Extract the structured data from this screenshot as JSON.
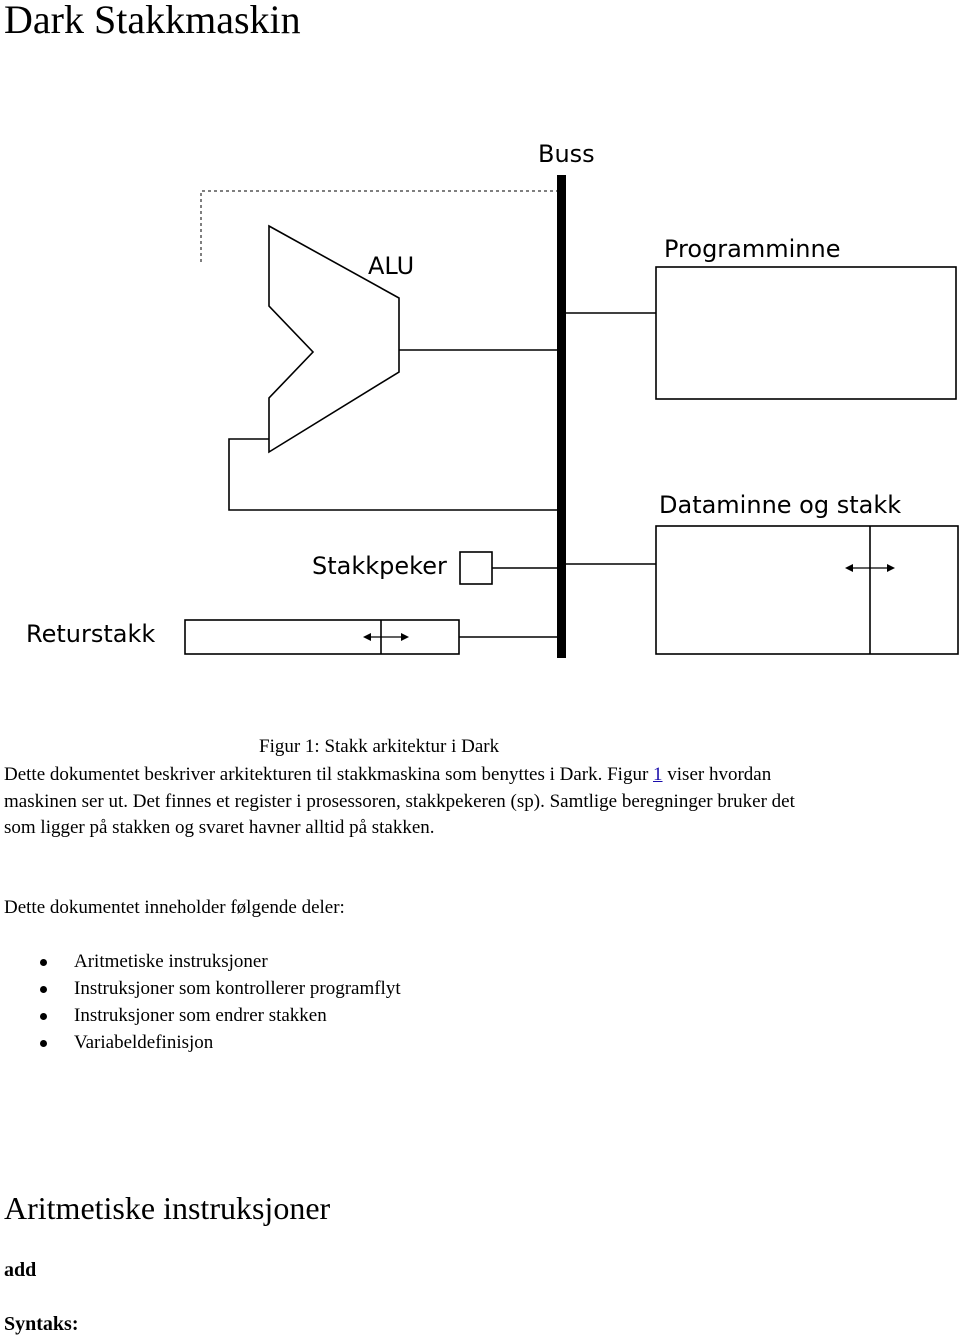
{
  "document": {
    "title": "Dark Stakkmaskin",
    "figure": {
      "labels": {
        "bus": "Buss",
        "alu": "ALU",
        "program_memory": "Programminne",
        "data_memory": "Dataminne og stakk",
        "stack_pointer": "Stakkpeker",
        "return_stack": "Returstakk"
      },
      "caption": "Figur 1: Stakk arkitektur i Dark"
    },
    "paragraph": {
      "part1": "Dette dokumentet beskriver arkitekturen til stakkmaskina som benyttes i Dark. Figur ",
      "link": "1",
      "part2": " viser hvordan maskinen ser ut. Det finnes et register i prosessoren, stakkpekeren (sp). Samtlige beregninger bruker det som ligger på stakken og svaret havner alltid på stakken."
    },
    "intro": "Dette dokumentet inneholder følgende deler:",
    "parts": [
      "Aritmetiske instruksjoner",
      "Instruksjoner som kontrollerer programflyt",
      "Instruksjoner som endrer stakken",
      "Variabeldefinisjon"
    ],
    "section": {
      "heading": "Aritmetiske instruksjoner",
      "instruction": "add",
      "syntax_label": "Syntaks:"
    }
  }
}
